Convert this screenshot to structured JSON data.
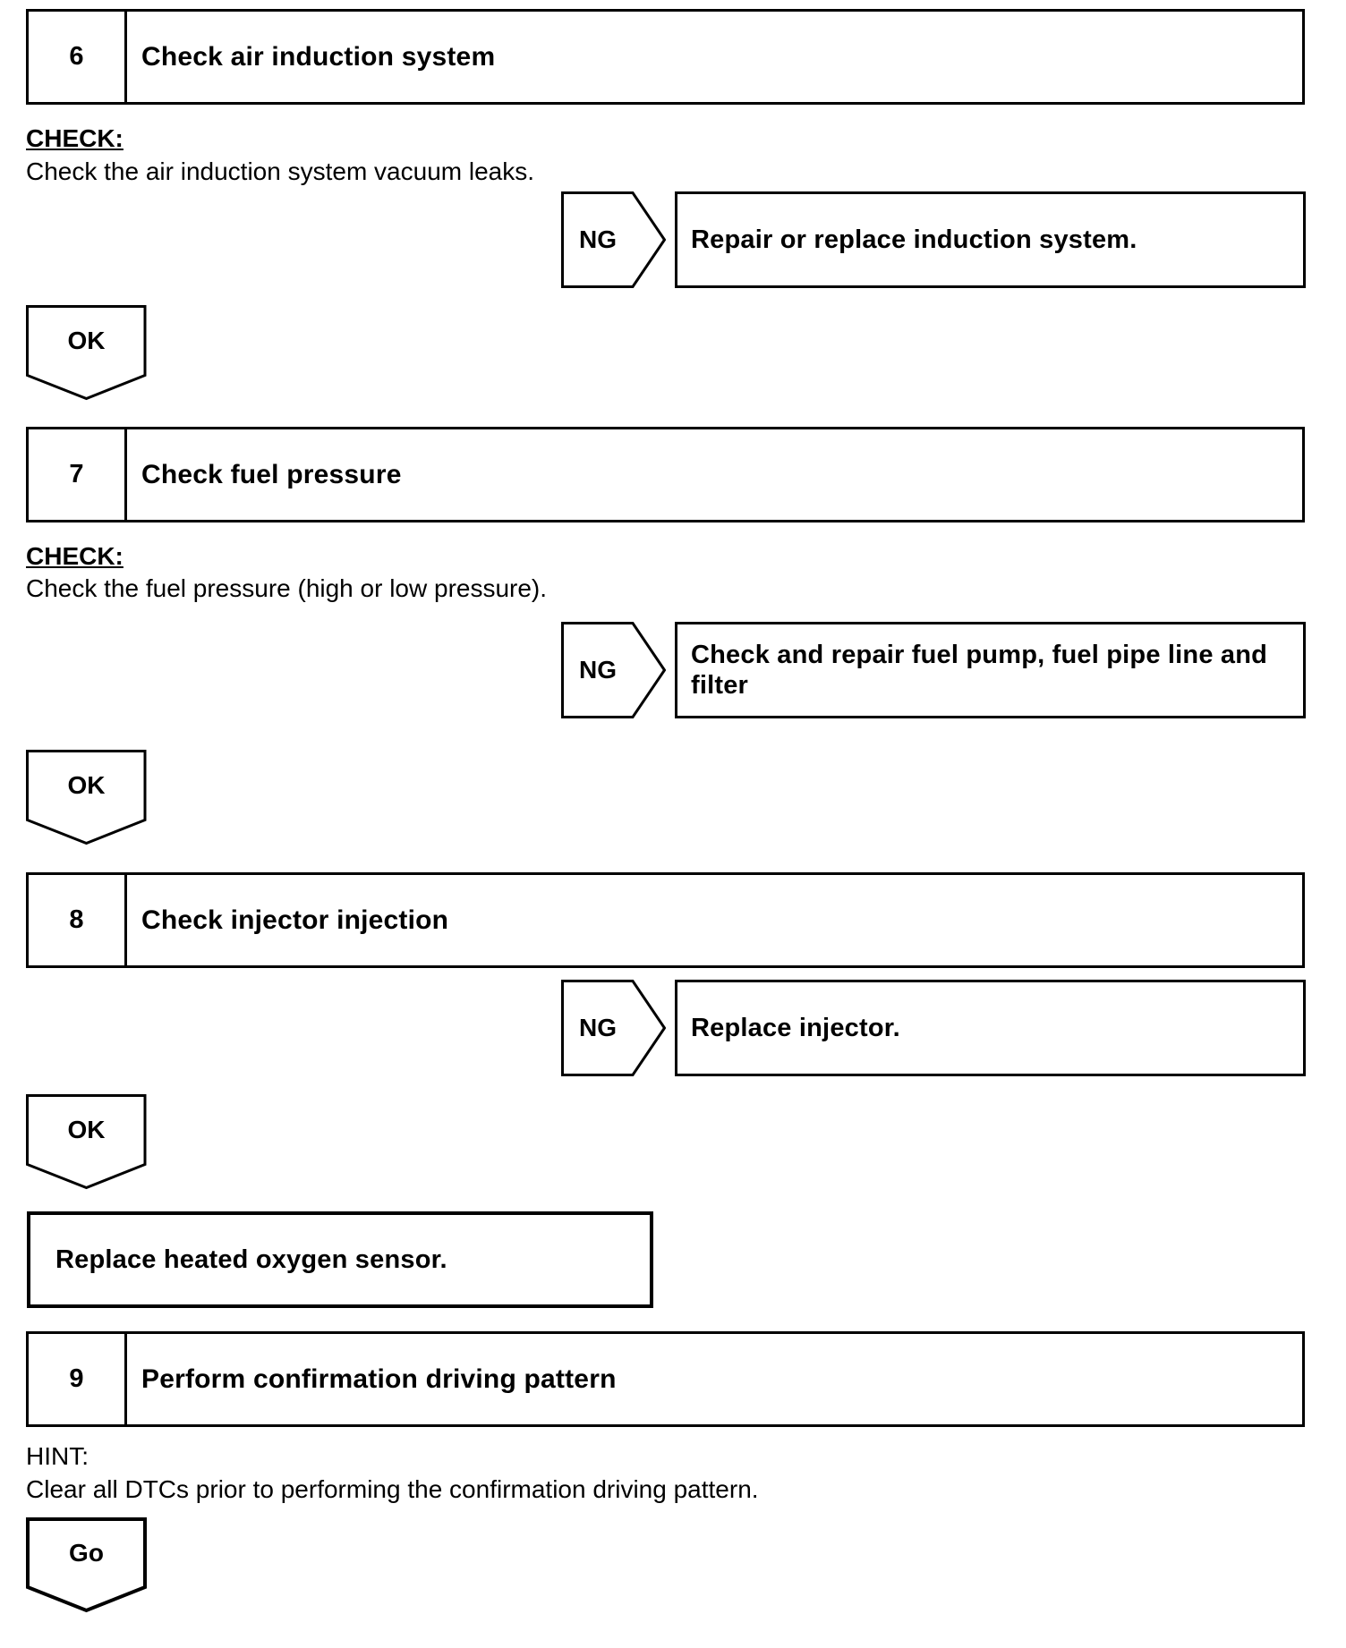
{
  "flowchart": {
    "steps": [
      {
        "number": "6",
        "title": "Check air induction system"
      },
      {
        "number": "7",
        "title": "Check fuel pressure"
      },
      {
        "number": "8",
        "title": "Check injector injection"
      },
      {
        "number": "9",
        "title": "Perform confirmation driving pattern"
      }
    ],
    "notes": [
      {
        "label": "CHECK:",
        "body": "Check the air induction system vacuum leaks."
      },
      {
        "label": "CHECK:",
        "body": "Check the fuel pressure (high or low pressure)."
      },
      {
        "label": "HINT:",
        "body": "Clear all DTCs prior to performing the confirmation driving pattern."
      }
    ],
    "ng_branches": [
      {
        "label": "NG",
        "result": "Repair or replace induction system."
      },
      {
        "label": "NG",
        "result": "Check and repair fuel pump, fuel pipe line and filter"
      },
      {
        "label": "NG",
        "result": "Replace injector."
      }
    ],
    "ok_connectors": [
      {
        "label": "OK"
      },
      {
        "label": "OK"
      },
      {
        "label": "OK"
      }
    ],
    "go_connector": {
      "label": "Go"
    },
    "final_action": "Replace heated oxygen sensor."
  },
  "colors": {
    "line": "#000000",
    "background": "#ffffff",
    "text": "#000000"
  }
}
